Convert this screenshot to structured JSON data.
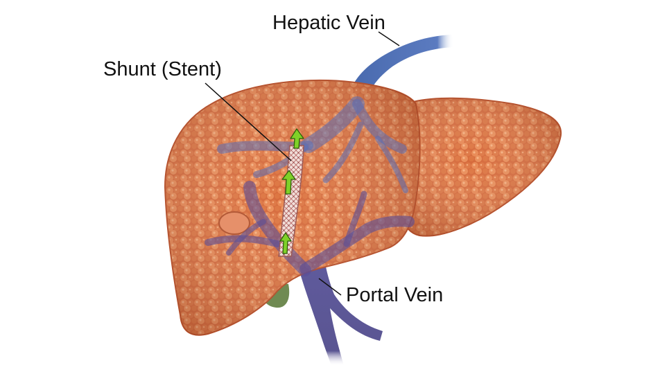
{
  "labels": {
    "hepatic_vein": "Hepatic Vein",
    "shunt": "Shunt (Stent)",
    "portal_vein": "Portal Vein"
  },
  "colors": {
    "background": "#ffffff",
    "liver": "#d86a3c",
    "liver_dark": "#b8502a",
    "liver_light": "#ee9560",
    "hepatic_vein": "#4f6fb0",
    "portal_vein": "#5e5a98",
    "gallbladder": "#6f8a52",
    "stent": "#efd9d4",
    "flow_arrow": "#7fd128",
    "label_text": "#111111"
  },
  "icons": {
    "flow_arrow": "green-flow-arrow-icon",
    "organ": "liver-illustration"
  }
}
